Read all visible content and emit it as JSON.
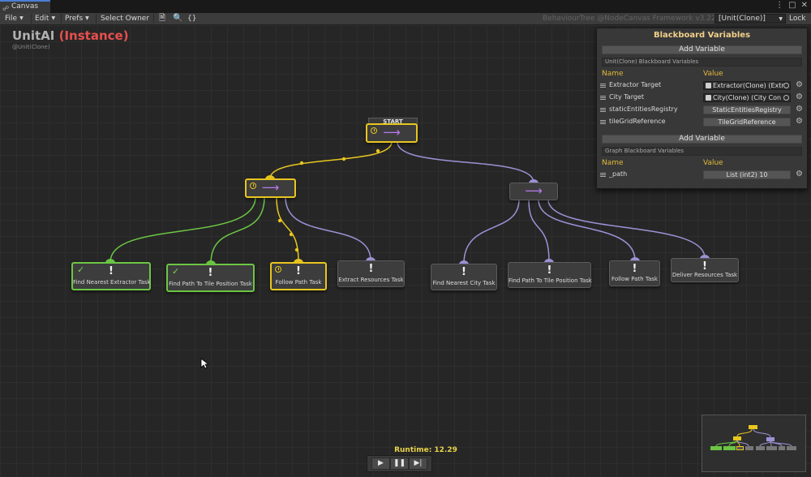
{
  "tab": {
    "title": "Canvas"
  },
  "toolbar": {
    "file": "File",
    "edit": "Edit",
    "prefs": "Prefs",
    "select_owner": "Select Owner",
    "framework": "BehaviourTree @NodeCanvas Framework v3.22",
    "owner_dropdown": "[Unit(Clone)]",
    "lock": "Lock"
  },
  "graph": {
    "title": "UnitAI",
    "instance_label": "(Instance)",
    "subtitle": "@Unit(Clone)"
  },
  "nodes": {
    "start_label": "START",
    "tasks": [
      "Find Nearest Extractor Task",
      "Find Path To Tile Position Task",
      "Follow Path Task",
      "Extract Resources Task",
      "Find Nearest City Task",
      "Find Path To Tile Position Task",
      "Follow Path Task",
      "Deliver Resources Task"
    ]
  },
  "blackboard": {
    "title": "Blackboard Variables",
    "add_variable": "Add Variable",
    "unit_section": "Unit(Clone) Blackboard Variables",
    "graph_section": "Graph Blackboard Variables",
    "col_name": "Name",
    "col_value": "Value",
    "unit_vars": [
      {
        "name": "Extractor Target",
        "value": "Extractor(Clone) (Extr"
      },
      {
        "name": "City Target",
        "value": "City(Clone) (City Con"
      },
      {
        "name": "staticEntitiesRegistry",
        "value": "StaticEntitiesRegistry"
      },
      {
        "name": "tileGridReference",
        "value": "TileGridReference"
      }
    ],
    "graph_vars": [
      {
        "name": "_path",
        "value": "List (int2) 10"
      }
    ]
  },
  "runtime": {
    "label": "Runtime: 12.29"
  },
  "colors": {
    "running": "#e8c61f",
    "success": "#6cc644",
    "idle_link": "#9b93d6",
    "accent": "#e84f4f"
  }
}
